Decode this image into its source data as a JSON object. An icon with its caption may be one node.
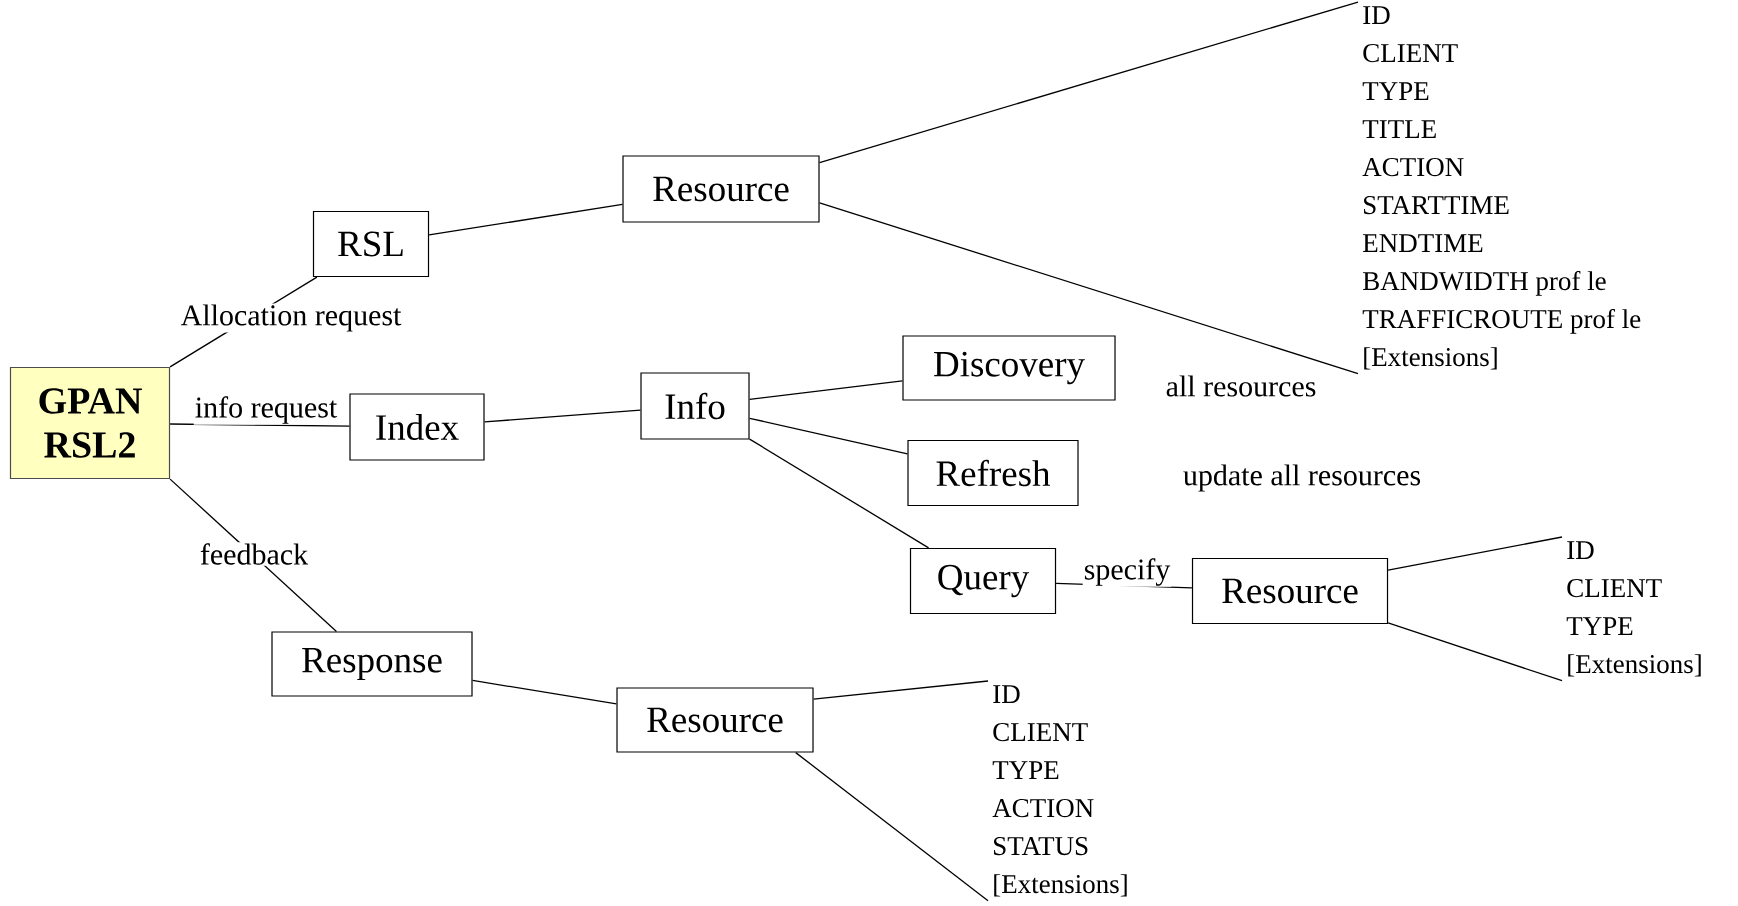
{
  "diagram": {
    "nodes": [
      {
        "text": [
          "GPAN RSL2"
        ]
      },
      {
        "text": [
          "RSL"
        ]
      },
      {
        "text": [
          "Index"
        ]
      },
      {
        "text": [
          "Response"
        ]
      },
      {
        "text": [
          "Resource"
        ]
      },
      {
        "text": [
          "ID",
          "CLIENT",
          "TYPE",
          "TITLE",
          "ACTION",
          "STARTTIME",
          "ENDTIME",
          "BANDWIDTH prof le",
          "TRAFFICROUTE prof le",
          "[Extensions]"
        ]
      },
      {
        "text": [
          "Info"
        ]
      },
      {
        "text": [
          "Discovery"
        ],
        "beside": [
          "all resources"
        ]
      },
      {
        "text": [
          "Refresh"
        ],
        "beside": [
          "update all resources"
        ]
      },
      {
        "text": [
          "Query"
        ]
      },
      {
        "text": [
          "Resource"
        ]
      },
      {
        "text": [
          "ID",
          "CLIENT",
          "TYPE",
          "[Extensions]"
        ]
      },
      {
        "text": [
          "Resource"
        ]
      },
      {
        "text": [
          "ID",
          "CLIENT",
          "TYPE",
          "ACTION",
          "STATUS",
          "[Extensions]"
        ]
      }
    ],
    "edges": [
      {
        "from": 0,
        "to": 1,
        "arrow": "none",
        "label": "Allocation request"
      },
      {
        "from": 0,
        "to": 2,
        "arrow": "none",
        "label": "info request"
      },
      {
        "from": 0,
        "to": 3,
        "arrow": "none",
        "label": "feedback"
      },
      {
        "from": 1,
        "to": 4,
        "arrow": "none"
      },
      {
        "from": 4,
        "to": 5,
        "arrow": "none"
      },
      {
        "from": 4,
        "to": 5,
        "arrow": "none"
      },
      {
        "from": 2,
        "to": 6,
        "arrow": "none"
      },
      {
        "from": 6,
        "to": 7,
        "arrow": "none"
      },
      {
        "from": 6,
        "to": 8,
        "arrow": "none"
      },
      {
        "from": 6,
        "to": 9,
        "arrow": "none"
      },
      {
        "from": 9,
        "to": 10,
        "arrow": "none",
        "label": "specify"
      },
      {
        "from": 10,
        "to": 11,
        "arrow": "none"
      },
      {
        "from": 10,
        "to": 11,
        "arrow": "none"
      },
      {
        "from": 3,
        "to": 12,
        "arrow": "none"
      },
      {
        "from": 12,
        "to": 13,
        "arrow": "none"
      },
      {
        "from": 12,
        "to": 13,
        "arrow": "none"
      }
    ]
  }
}
